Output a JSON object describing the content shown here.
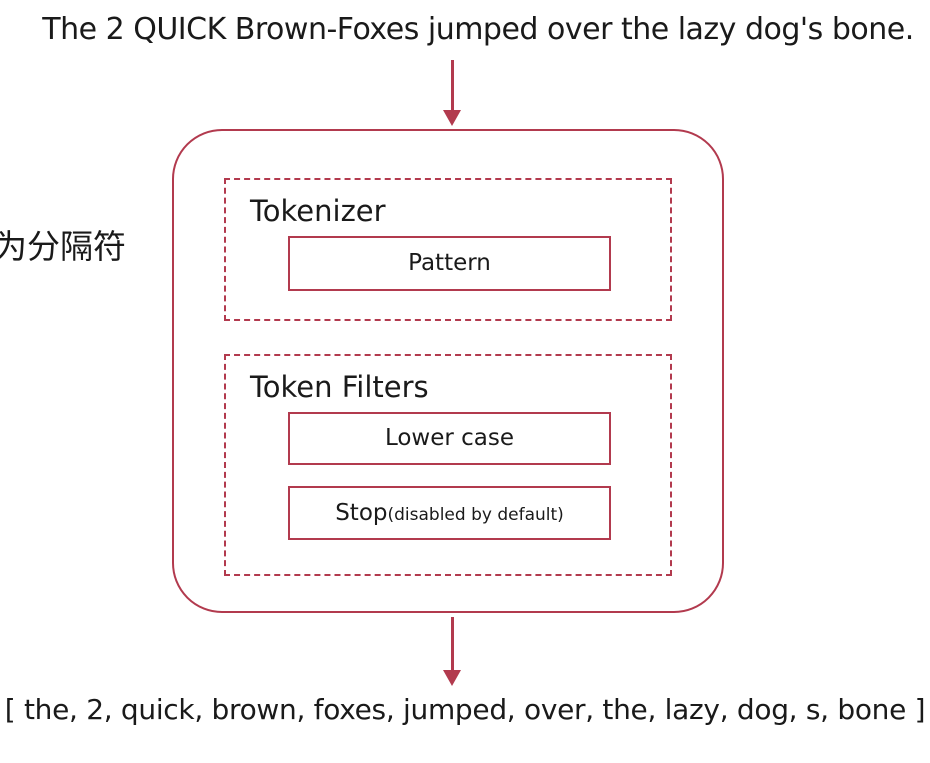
{
  "input_text": "The 2 QUICK Brown-Foxes jumped over the lazy dog's bone.",
  "side_label": "为分隔符",
  "analyzer": {
    "tokenizer": {
      "title": "Tokenizer",
      "items": [
        "Pattern"
      ]
    },
    "token_filters": {
      "title": "Token Filters",
      "items": [
        {
          "label": "Lower case",
          "note": ""
        },
        {
          "label": "Stop",
          "note": "(disabled by default)"
        }
      ]
    }
  },
  "output_text": "[ the, 2, quick, brown, foxes, jumped, over, the, lazy, dog, s, bone ]",
  "colors": {
    "accent": "#b23a4e",
    "text": "#1a1a1a",
    "background": "#ffffff"
  }
}
